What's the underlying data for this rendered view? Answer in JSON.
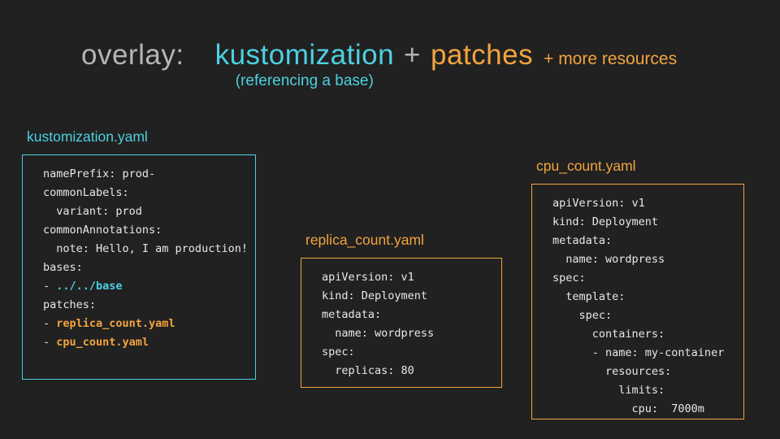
{
  "title": {
    "overlay": "overlay:",
    "kustomization": "kustomization",
    "plus": "+",
    "patches": "patches",
    "more_resources": "+ more resources",
    "subtitle": "(referencing a base)"
  },
  "colors": {
    "background": "#212121",
    "cyan_accent": "#4dd0e1",
    "orange_accent": "#f2a43d",
    "title_gray": "#b5b5b5",
    "code_text": "#e8e8e8"
  },
  "boxes": [
    {
      "id": "kustomization",
      "label": "kustomization.yaml",
      "accent": "cyan",
      "lines": [
        [
          {
            "t": "namePrefix: prod-"
          }
        ],
        [
          {
            "t": "commonLabels:"
          }
        ],
        [
          {
            "t": "  variant: prod"
          }
        ],
        [
          {
            "t": "commonAnnotations:"
          }
        ],
        [
          {
            "t": "  note: Hello, I am production!"
          }
        ],
        [
          {
            "t": "bases:"
          }
        ],
        [
          {
            "t": "- "
          },
          {
            "t": "../../base",
            "c": "cyan",
            "b": true
          }
        ],
        [
          {
            "t": "patches:"
          }
        ],
        [
          {
            "t": "- "
          },
          {
            "t": "replica_count.yaml",
            "c": "orange",
            "b": true
          }
        ],
        [
          {
            "t": "- "
          },
          {
            "t": "cpu_count.yaml",
            "c": "orange",
            "b": true
          }
        ]
      ]
    },
    {
      "id": "replica",
      "label": "replica_count.yaml",
      "accent": "orange",
      "lines": [
        [
          {
            "t": "apiVersion: v1"
          }
        ],
        [
          {
            "t": "kind: Deployment"
          }
        ],
        [
          {
            "t": "metadata:"
          }
        ],
        [
          {
            "t": "  name: wordpress"
          }
        ],
        [
          {
            "t": "spec:"
          }
        ],
        [
          {
            "t": "  replicas: 80"
          }
        ]
      ]
    },
    {
      "id": "cpu",
      "label": "cpu_count.yaml",
      "accent": "orange",
      "lines": [
        [
          {
            "t": "apiVersion: v1"
          }
        ],
        [
          {
            "t": "kind: Deployment"
          }
        ],
        [
          {
            "t": "metadata:"
          }
        ],
        [
          {
            "t": "  name: wordpress"
          }
        ],
        [
          {
            "t": "spec:"
          }
        ],
        [
          {
            "t": "  template:"
          }
        ],
        [
          {
            "t": "    spec:"
          }
        ],
        [
          {
            "t": "      containers:"
          }
        ],
        [
          {
            "t": "      - name: my-container"
          }
        ],
        [
          {
            "t": "        resources:"
          }
        ],
        [
          {
            "t": "          limits:"
          }
        ],
        [
          {
            "t": "            cpu:  7000m"
          }
        ]
      ]
    }
  ]
}
